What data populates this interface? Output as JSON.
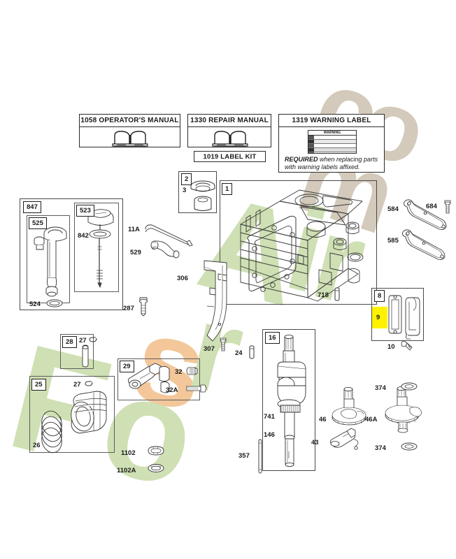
{
  "page": {
    "title": "Briggs & Stratton Engine Cylinder / Crankshaft Parts Diagram",
    "background_color": "#ffffff",
    "line_color": "#4a4a4a",
    "highlight_color": "#fff200",
    "watermark_green": "#cfe0b4",
    "watermark_tan": "#d3cabb",
    "watermark_orange": "#f3c79a"
  },
  "watermark": {
    "text_full": "ForsAir.com",
    "letters": [
      {
        "char": "F",
        "color": "#cfe0b4"
      },
      {
        "char": "o",
        "color": "#cfe0b4"
      },
      {
        "char": "r",
        "color": "#cfe0b4"
      },
      {
        "char": "s",
        "color": "#cfe0b4"
      },
      {
        "char": "A",
        "color": "#cfe0b4"
      },
      {
        "char": "i",
        "color": "#cfe0b4"
      },
      {
        "char": "r",
        "color": "#cfe0b4"
      },
      {
        "char": "c",
        "color": "#d3cabb"
      },
      {
        "char": "o",
        "color": "#d3cabb"
      },
      {
        "char": "m",
        "color": "#d3cabb"
      }
    ]
  },
  "manuals": [
    {
      "id": "operators-manual",
      "label": "1058 OPERATOR'S MANUAL"
    },
    {
      "id": "repair-manual",
      "label": "1330 REPAIR MANUAL"
    },
    {
      "id": "label-kit",
      "label": "1019 LABEL KIT"
    },
    {
      "id": "warning-label",
      "label": "1319 WARNING LABEL"
    }
  ],
  "warning_note": {
    "line1_strong": "REQUIRED",
    "line1_rest": " when replacing parts",
    "line2": "with warning labels affixed.",
    "decal_heading": "WARNING"
  },
  "callouts": [
    {
      "ref": "1",
      "name": "cylinder-assembly",
      "kind": "tag"
    },
    {
      "ref": "2",
      "name": "oil-seal-group",
      "kind": "tag"
    },
    {
      "ref": "3",
      "name": "oil-seal",
      "kind": "num"
    },
    {
      "ref": "8",
      "name": "breather-assembly",
      "kind": "tag"
    },
    {
      "ref": "9",
      "name": "breather-gasket",
      "kind": "num",
      "highlighted": true
    },
    {
      "ref": "10",
      "name": "breather-screw",
      "kind": "num"
    },
    {
      "ref": "11A",
      "name": "breather-tube",
      "kind": "num"
    },
    {
      "ref": "16",
      "name": "crankshaft-assembly",
      "kind": "tag"
    },
    {
      "ref": "24",
      "name": "dowel-pin",
      "kind": "num"
    },
    {
      "ref": "25",
      "name": "piston-assembly",
      "kind": "tag"
    },
    {
      "ref": "26",
      "name": "piston-ring-set",
      "kind": "num"
    },
    {
      "ref": "27",
      "name": "piston-pin-lock",
      "kind": "num"
    },
    {
      "ref": "27",
      "name": "piston-pin-lock-alt",
      "kind": "num"
    },
    {
      "ref": "28",
      "name": "piston-pin-box",
      "kind": "tag"
    },
    {
      "ref": "29",
      "name": "connecting-rod-assembly",
      "kind": "tag"
    },
    {
      "ref": "32",
      "name": "connecting-rod-screw",
      "kind": "num"
    },
    {
      "ref": "32A",
      "name": "connecting-rod-bolt",
      "kind": "num"
    },
    {
      "ref": "43",
      "name": "governor-lever",
      "kind": "num"
    },
    {
      "ref": "46",
      "name": "camshaft-gear",
      "kind": "num"
    },
    {
      "ref": "46A",
      "name": "camshaft-gear-alt",
      "kind": "num"
    },
    {
      "ref": "146",
      "name": "crank-gear",
      "kind": "num"
    },
    {
      "ref": "287",
      "name": "oil-drain-plug",
      "kind": "num"
    },
    {
      "ref": "306",
      "name": "cylinder-shield",
      "kind": "num"
    },
    {
      "ref": "307",
      "name": "shield-screw",
      "kind": "num"
    },
    {
      "ref": "357",
      "name": "push-rod",
      "kind": "num"
    },
    {
      "ref": "374",
      "name": "thrust-washer-upper",
      "kind": "num"
    },
    {
      "ref": "374",
      "name": "thrust-washer-lower",
      "kind": "num"
    },
    {
      "ref": "523",
      "name": "dipstick-assembly",
      "kind": "tag"
    },
    {
      "ref": "524",
      "name": "tube-seal",
      "kind": "num"
    },
    {
      "ref": "525",
      "name": "oil-fill-tube",
      "kind": "tag"
    },
    {
      "ref": "529",
      "name": "breather-elbow",
      "kind": "num"
    },
    {
      "ref": "584",
      "name": "gasket-upper",
      "kind": "num"
    },
    {
      "ref": "585",
      "name": "gasket-lower",
      "kind": "num"
    },
    {
      "ref": "684",
      "name": "gasket-screw",
      "kind": "num"
    },
    {
      "ref": "718",
      "name": "locating-pin",
      "kind": "num"
    },
    {
      "ref": "741",
      "name": "crankshaft-key",
      "kind": "num"
    },
    {
      "ref": "842",
      "name": "dipstick-seal",
      "kind": "num"
    },
    {
      "ref": "847",
      "name": "oil-fill-group",
      "kind": "tag"
    },
    {
      "ref": "1102",
      "name": "retainer-ring",
      "kind": "num"
    },
    {
      "ref": "1102A",
      "name": "retainer-washer",
      "kind": "num"
    }
  ],
  "labels": {
    "n1": "1",
    "n2": "2",
    "n3": "3",
    "n8": "8",
    "n9": "9",
    "n10": "10",
    "n11A": "11A",
    "n16": "16",
    "n24": "24",
    "n25": "25",
    "n26": "26",
    "n27a": "27",
    "n27b": "27",
    "n28": "28",
    "n29": "29",
    "n32": "32",
    "n32A": "32A",
    "n43": "43",
    "n46": "46",
    "n46A": "46A",
    "n146": "146",
    "n287": "287",
    "n306": "306",
    "n307": "307",
    "n357": "357",
    "n374a": "374",
    "n374b": "374",
    "n523": "523",
    "n524": "524",
    "n525": "525",
    "n529": "529",
    "n584": "584",
    "n585": "585",
    "n684": "684",
    "n718": "718",
    "n741": "741",
    "n842": "842",
    "n847": "847",
    "n1102": "1102",
    "n1102A": "1102A"
  }
}
